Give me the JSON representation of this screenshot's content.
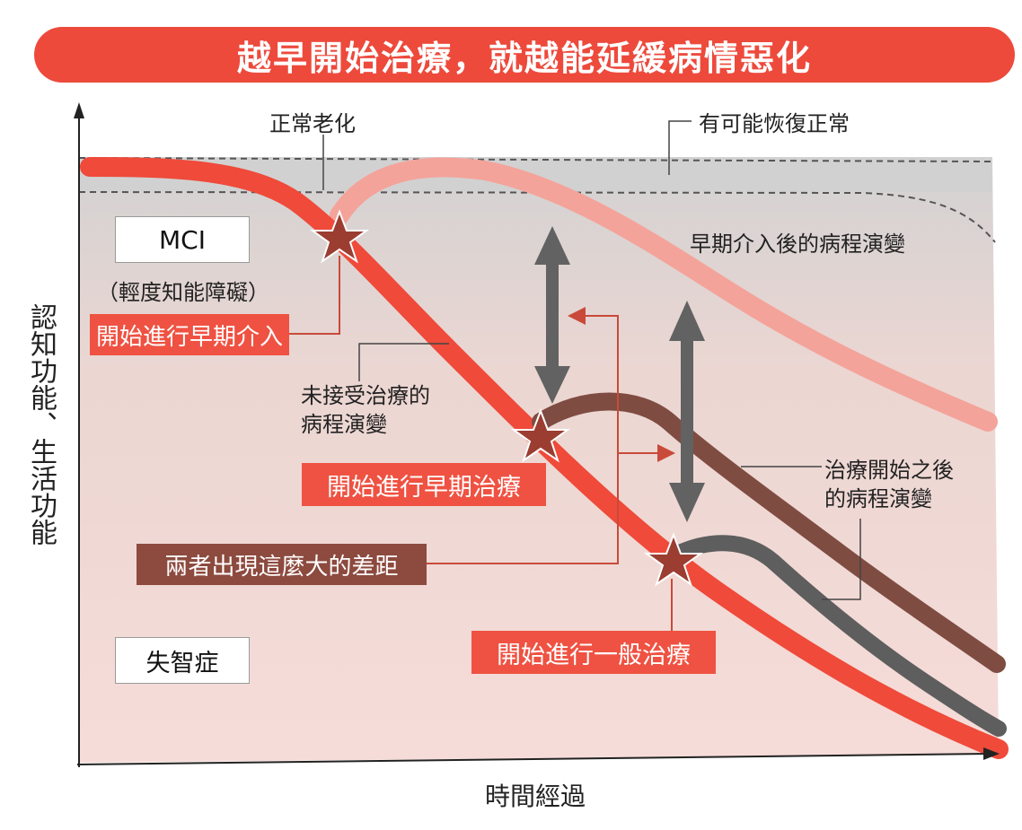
{
  "title": "越早開始治療，就越能延緩病情惡化",
  "labels": {
    "normal_aging": "正常老化",
    "may_recover": "有可能恢復正常",
    "early_course": "早期介入後的病程演變",
    "mci": "MCI",
    "mci_sub": "（輕度知能障礙）",
    "start_early_intervention": "開始進行早期介入",
    "untreated_line1": "未接受治療的",
    "untreated_line2": "病程演變",
    "start_early_treatment": "開始進行早期治療",
    "big_gap": "兩者出現這麼大的差距",
    "after_treatment_line1": "治療開始之後",
    "after_treatment_line2": "的病程演變",
    "dementia": "失智症",
    "start_general_treatment": "開始進行一般治療",
    "y_axis": "認知功能、生活功能",
    "x_axis": "時間經過"
  },
  "colors": {
    "title_bg": "#ed4a3c",
    "red_curve": "#ef4a3a",
    "brown_curve": "#7f4c42",
    "gray_curve": "#5e5e5e",
    "arrow_gray": "#626262",
    "star": "#9b3d31"
  }
}
